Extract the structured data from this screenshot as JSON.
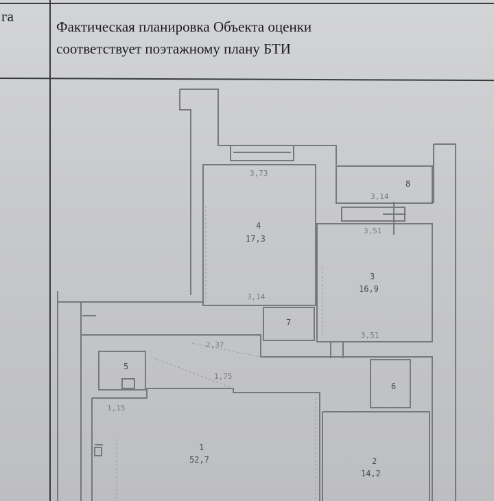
{
  "table": {
    "left_cell_text": "га",
    "heading_line1": "Фактическая планировка Объекта оценки",
    "heading_line2": "соответствует поэтажному плану БТИ"
  },
  "rooms": [
    {
      "id": "room-1",
      "number": "1",
      "area": "52,7"
    },
    {
      "id": "room-2",
      "number": "2",
      "area": "14,2"
    },
    {
      "id": "room-3",
      "number": "3",
      "area": "16,9"
    },
    {
      "id": "room-4",
      "number": "4",
      "area": "17,3"
    },
    {
      "id": "room-5",
      "number": "5",
      "area": ""
    },
    {
      "id": "room-6",
      "number": "6",
      "area": ""
    },
    {
      "id": "room-7",
      "number": "7",
      "area": ""
    },
    {
      "id": "room-8",
      "number": "8",
      "area": ""
    }
  ],
  "dimensions": [
    "3,73",
    "3,14",
    "3,14",
    "3,51",
    "3,51",
    "2,37",
    "1,75",
    "1,15"
  ]
}
